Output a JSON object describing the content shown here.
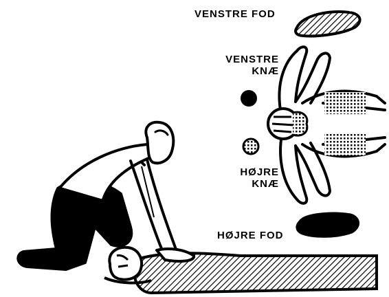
{
  "labels": {
    "left_foot": "VENSTRE FOD",
    "left_knee_line1": "VENSTRE",
    "left_knee_line2": "KNÆ",
    "right_knee_line1": "HØJRE",
    "right_knee_line2": "KNÆ",
    "right_foot": "HØJRE FOD"
  },
  "colors": {
    "ink": "#000000",
    "paper": "#ffffff"
  }
}
